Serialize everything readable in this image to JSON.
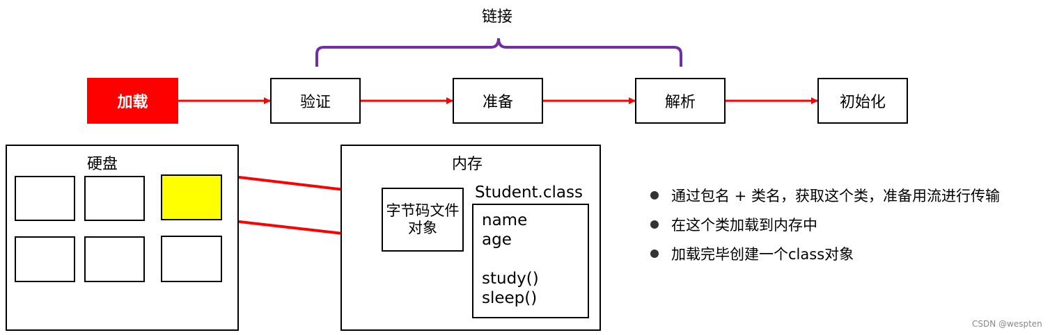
{
  "linking": {
    "label": "链接",
    "bracket_color": "#7030a0"
  },
  "stages": [
    {
      "label": "加载",
      "active": true
    },
    {
      "label": "验证",
      "active": false
    },
    {
      "label": "准备",
      "active": false
    },
    {
      "label": "解析",
      "active": false
    },
    {
      "label": "初始化",
      "active": false
    }
  ],
  "arrow_color": "#ff0000",
  "disk": {
    "title": "硬盘",
    "highlight_color": "#ffff00"
  },
  "memory": {
    "title": "内存",
    "bytecode_label": "字节码文件对象",
    "class_title": "Student.class",
    "fields": [
      "name",
      "age"
    ],
    "methods": [
      "study()",
      "sleep()"
    ]
  },
  "bullets": [
    "通过包名 + 类名，获取这个类，准备用流进行传输",
    "在这个类加载到内存中",
    "加载完毕创建一个class对象"
  ],
  "watermark": "CSDN @wespten"
}
